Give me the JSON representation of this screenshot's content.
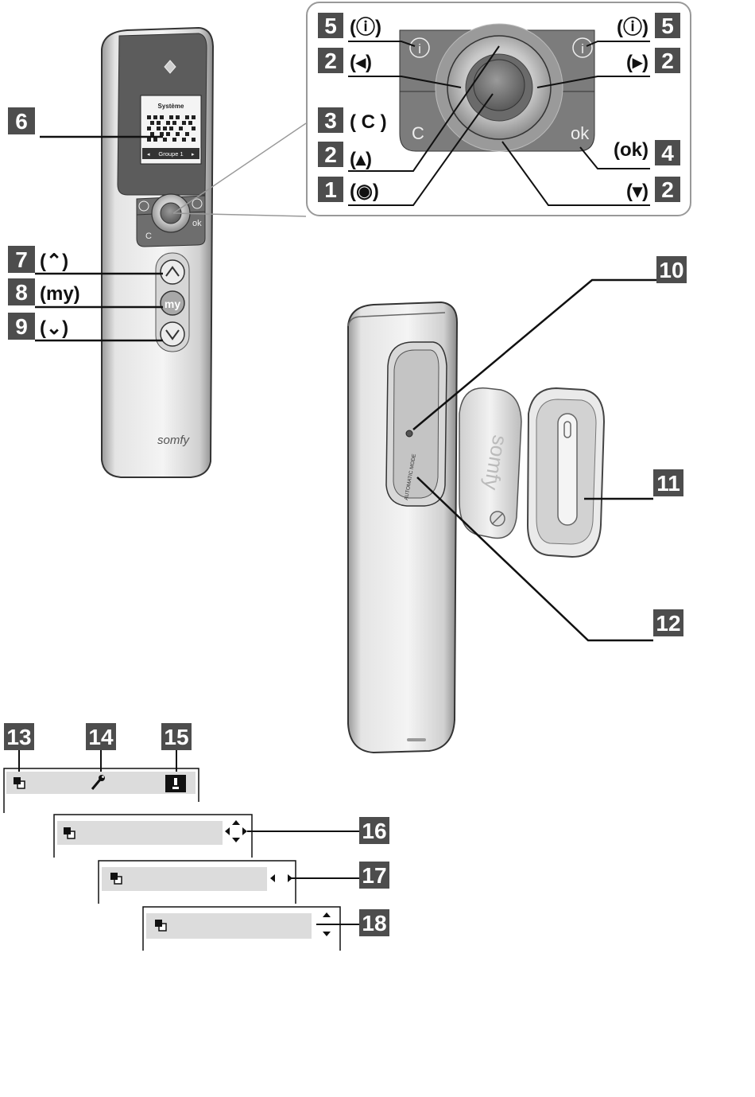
{
  "remote": {
    "screen_title": "Système",
    "screen_footer": "Groupe 1",
    "brand": "somfy",
    "key_c": "C",
    "key_ok": "ok",
    "key_i": "i",
    "key_my": "my"
  },
  "rear": {
    "cover_brand": "somfy",
    "slot_text": "AUTOMATIC  MODE"
  },
  "callouts": {
    "c1": {
      "num": "1",
      "sym": "(◉)"
    },
    "c2": {
      "num": "2",
      "sym_left": "(◂)",
      "sym_right": "(▸)",
      "sym_up": "(▴)",
      "sym_down": "(▾)"
    },
    "c3": {
      "num": "3",
      "sym": "( C )"
    },
    "c4": {
      "num": "4",
      "sym": "(ok)"
    },
    "c5": {
      "num": "5",
      "sym": "(ⓘ)"
    },
    "c6": {
      "num": "6"
    },
    "c7": {
      "num": "7",
      "sym": "(⌃)"
    },
    "c8": {
      "num": "8",
      "sym": "(my)"
    },
    "c9": {
      "num": "9",
      "sym": "(⌄)"
    },
    "c10": {
      "num": "10"
    },
    "c11": {
      "num": "11"
    },
    "c12": {
      "num": "12"
    },
    "c13": {
      "num": "13"
    },
    "c14": {
      "num": "14"
    },
    "c15": {
      "num": "15"
    },
    "c16": {
      "num": "16"
    },
    "c17": {
      "num": "17"
    },
    "c18": {
      "num": "18"
    }
  },
  "icons": {
    "screen_icon": "layers-icon",
    "settings_icon": "wrench-icon",
    "battery_icon": "battery-icon",
    "four_way_icon": "four-way-arrows-icon",
    "left_right_icon": "left-right-arrows-icon",
    "up_down_icon": "up-down-arrows-icon"
  },
  "colors": {
    "label_box": "#4d4d4d",
    "bar_fill": "#dcdcdc",
    "remote_body": "#e8e8e8",
    "keypad_dark": "#7a7a7a"
  }
}
